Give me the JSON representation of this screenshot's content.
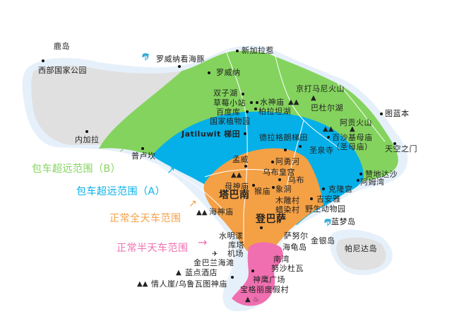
{
  "colors": {
    "sea_halo": "#e6f0fa",
    "land_gray": "#e0e0e0",
    "zone_b_green": "#84d35e",
    "zone_a_blue": "#05b0e8",
    "zone_full_day_orange": "#f4a045",
    "zone_half_day_pink": "#f06fb0",
    "road_white": "#ffffff"
  },
  "legend": {
    "zone_b": "包车超远范围（B）",
    "zone_a": "包车超远范围（A）",
    "full_day": "正常全天车范围",
    "half_day": "正常半天车范围"
  },
  "places": {
    "lu_dao": "鹿岛",
    "xibu_guojia_gongyuan": "西部国家公园",
    "luowei_na_kan_haitun": "罗威纳看海豚",
    "xinjia_lare": "新加拉惹",
    "luowei_na": "罗威纳",
    "neijiala": "内加拉",
    "pulu_kan": "普卢坎",
    "shuangzi_hu": "双子湖",
    "caomei_xiaozhan": "草莓小站",
    "shuishen_miao": "水神庙",
    "baidu_ku": "百度库",
    "bolatan_hu": "柏拉坦湖",
    "guojia_zhiwuyuan": "国家植物园",
    "jingda_mani_huoshan": "京打马尼火山",
    "batuer_hu": "巴杜尔湖",
    "tulanben": "图蓝本",
    "agong_huoshan": "阿贡火山",
    "baisha_jimu_miao": "百沙基母庙",
    "sheng_mu_miao": "（圣母庙）",
    "jatiluwit": "Jatiluwit 梯田",
    "delageng_titian": "德拉格朗梯田",
    "shengquan_si": "圣泉寺",
    "tiankong_zhimen": "天空之门",
    "mengwei": "孟威",
    "ayong_he": "阿勇河",
    "wubu_huanggong": "乌布皇宫",
    "wubu": "乌布",
    "mushen_miao": "母神庙",
    "hou_miao": "猴庙",
    "xiang_dong": "象洞",
    "tabanan": "塔巴南",
    "mudiao_cun": "木雕村",
    "larran_cun": "蜡染村",
    "jianlong_gong": "克隆宫",
    "ji_anya": "吉安雅",
    "yesheng_dongwuyuan": "野生动物园",
    "zandi_dasha": "赞地达沙",
    "amu_wan": "阿姆湾",
    "haishen_miao": "海神庙",
    "dengbasa": "登巴萨",
    "shuiming_yang": "水明漾",
    "ku_ta": "库塔",
    "jichang": "机场",
    "jinbalan_haitan": "金巴兰海滩",
    "landian_jiudian": "蓝点酒店",
    "qingren_ya": "情人崖/乌鲁瓦图神庙",
    "sanuer": "萨努尔",
    "haigui_dao": "海龟岛",
    "jinyin_dao": "金银岛",
    "nan_wan": "南湾",
    "nusha_duwa": "努沙杜瓦",
    "shenying_guangchang": "神鹰广场",
    "baogeli_dujiacun": "宝格丽度假村",
    "lanmeng_dao": "蓝梦岛",
    "panida_dao": "帕尼达岛"
  },
  "icons": {
    "arrow_right": "→",
    "arrow_left": "←",
    "arrow_up_right": "↗"
  }
}
